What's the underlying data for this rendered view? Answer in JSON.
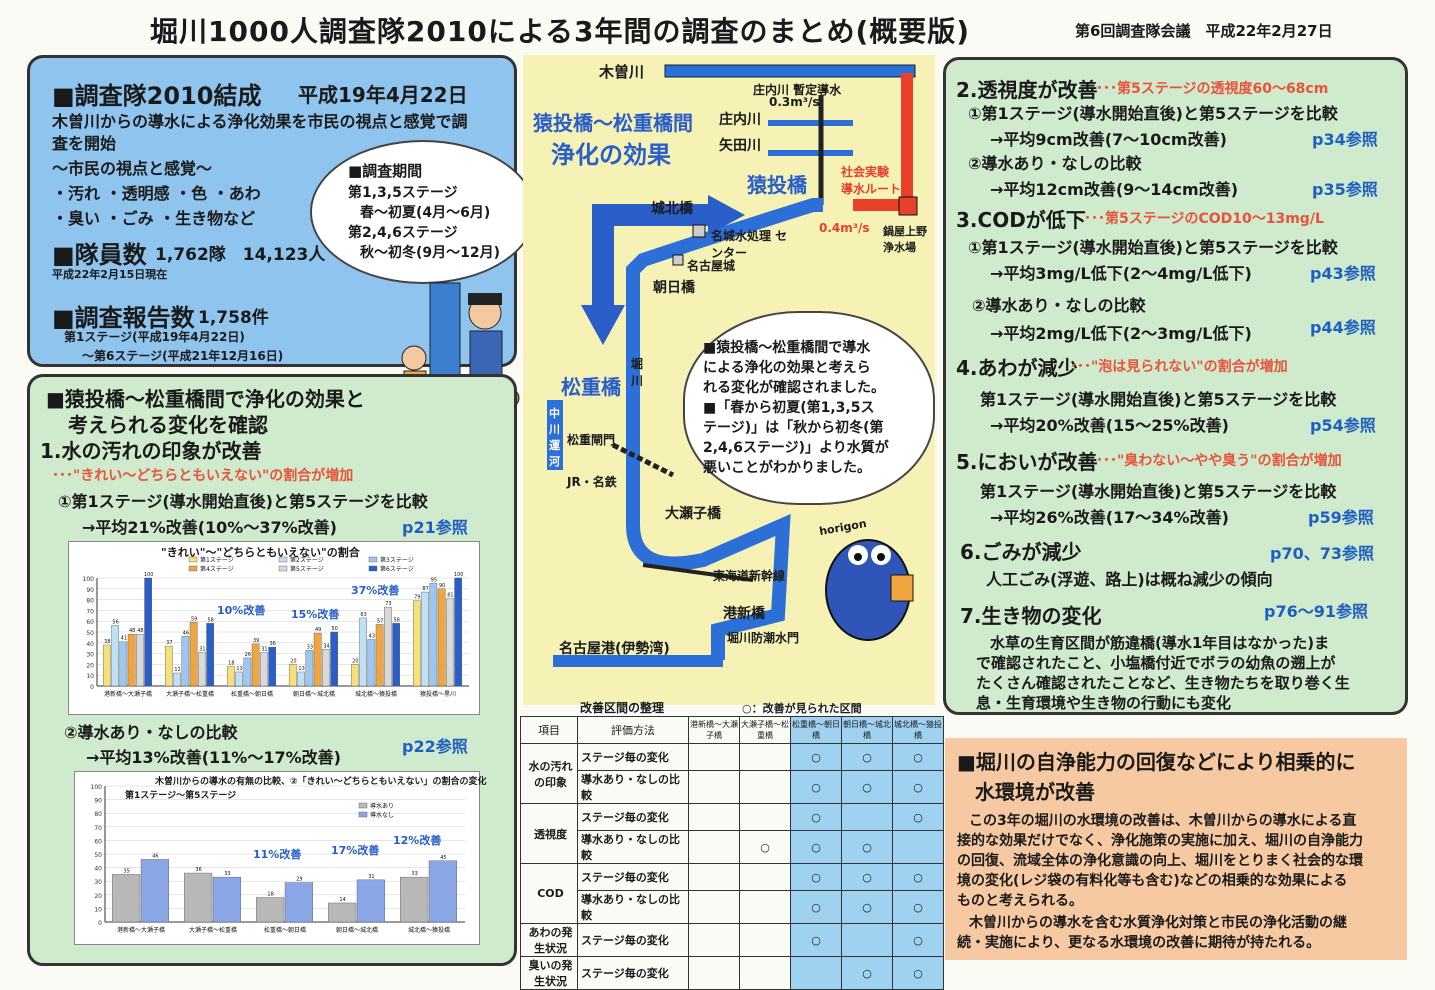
{
  "header": {
    "title": "堀川1000人調査隊2010による3年間の調査のまとめ(概要版)",
    "meeting": "第6回調査隊会議　平成22年2月27日"
  },
  "left_top": {
    "title": "■調査隊2010結成",
    "date": "平成19年4月22日",
    "intro1": "木曽川からの導水による浄化効果を市民の視点と感覚で調",
    "intro2": "査を開始",
    "viewpoint": "～市民の視点と感覚～",
    "items1": "・汚れ ・透明感 ・色 ・あわ",
    "items2": "・臭い ・ごみ ・生き物など",
    "members_label": "■隊員数",
    "members_value": "1,762隊　14,123人",
    "members_asof": "平成22年2月15日現在",
    "reports_label": "■調査報告数",
    "reports_value": "1,758件",
    "reports_from": "第1ステージ(平成19年4月22日)",
    "reports_to": "～第6ステージ(平成21年12月16日)",
    "period_title": "■調査期間",
    "period1": "第1,3,5ステージ",
    "period2": "春～初夏(4月～6月)",
    "period3": "第2,4,6ステージ",
    "period4": "秋～初冬(9月～12月)"
  },
  "left_bottom": {
    "title1": "■猿投橋～松重橋間で浄化の効果と",
    "title2": "考えられる変化を確認",
    "s1": "1.水の汚れの印象が改善",
    "s1_note": "･･･\"きれい～どちらともいえない\"の割合が増加",
    "s1_a": "①第1ステージ(導水開始直後)と第5ステージを比較",
    "s1_a_res": "→平均21%改善(10%～37%改善)",
    "s1_a_ref": "p21参照",
    "s1_b": "②導水あり・なしの比較",
    "s1_b_res": "→平均13%改善(11%～17%改善)",
    "s1_b_ref": "p22参照"
  },
  "map": {
    "kisogawa": "木曽川",
    "shonai_label": "庄内川 暫定導水",
    "flow1": "0.3m³/s",
    "shonai": "庄内川",
    "yada": "矢田川",
    "section_title1": "猿投橋～松重橋間",
    "section_title2": "浄化の効果",
    "sanage": "猿投橋",
    "experiment": "社会実験 導水ルート",
    "flow2": "0.4m³/s",
    "nabeya": "鍋屋上野 浄水場",
    "johoku": "城北橋",
    "meijo": "名城水処理 センター",
    "nagoya_castle": "名古屋城",
    "asahi": "朝日橋",
    "matsushige": "松重橋",
    "nakagawa": "中川運河",
    "matsushige_gate": "松重閘門",
    "jr": "JR・名鉄",
    "horikawa": "堀川",
    "osezu": "大瀬子橋",
    "shinkansen": "東海道新幹線",
    "minatoshin": "港新橋",
    "bouchou": "堀川防潮水門",
    "port": "名古屋港(伊勢湾)",
    "mascot": "horigon",
    "bubble1": "■猿投橋～松重橋間で導水",
    "bubble2": "による浄化の効果と考えら",
    "bubble3": "れる変化が確認されました。",
    "bubble4": "■「春から初夏(第1,3,5ス",
    "bubble5": "テージ)」は「秋から初冬(第",
    "bubble6": "2,4,6ステージ)」より水質が",
    "bubble7": "悪いことがわかりました。"
  },
  "right": {
    "s2": "2.透視度が改善",
    "s2_note": "･･･第5ステージの透視度60～68cm",
    "s2_a": "①第1ステージ(導水開始直後)と第5ステージを比較",
    "s2_a_res": "→平均9cm改善(7～10cm改善)",
    "s2_a_ref": "p34参照",
    "s2_b": "②導水あり・なしの比較",
    "s2_b_res": "→平均12cm改善(9～14cm改善)",
    "s2_b_ref": "p35参照",
    "s3": "3.CODが低下",
    "s3_note": "･･･第5ステージのCOD10～13mg/L",
    "s3_a": "①第1ステージ(導水開始直後)と第5ステージを比較",
    "s3_a_res": "→平均3mg/L低下(2～4mg/L低下)",
    "s3_a_ref": "p43参照",
    "s3_b": "②導水あり・なしの比較",
    "s3_b_res": "→平均2mg/L低下(2～3mg/L低下)",
    "s3_b_ref": "p44参照",
    "s4": "4.あわが減少",
    "s4_note": "･･･\"泡は見られない\"の割合が増加",
    "s4_a": "第1ステージ(導水開始直後)と第5ステージを比較",
    "s4_a_res": "→平均20%改善(15～25%改善)",
    "s4_a_ref": "p54参照",
    "s5": "5.においが改善",
    "s5_note": "･･･\"臭わない～やや臭う\"の割合が増加",
    "s5_a": "第1ステージ(導水開始直後)と第5ステージを比較",
    "s5_a_res": "→平均26%改善(17～34%改善)",
    "s5_a_ref": "p59参照",
    "s6": "6.ごみが減少",
    "s6_ref": "p70、73参照",
    "s6_text": "人工ごみ(浮遊、路上)は概ね減少の傾向",
    "s7": "7.生き物の変化",
    "s7_ref": "p76～91参照",
    "s7_t1": "水草の生育区間が筋違橋(導水1年目はなかった)ま",
    "s7_t2": "で確認されたこと、小塩橋付近でボラの幼魚の遡上が",
    "s7_t3": "たくさん確認されたことなど、生き物たちを取り巻く生",
    "s7_t4": "息・生育環境や生き物の行動にも変化"
  },
  "conclusion": {
    "title1": "■堀川の自浄能力の回復などにより相乗的に",
    "title2": "水環境が改善",
    "p1": "この3年の堀川の水環境の改善は、木曽川からの導水による直",
    "p2": "接的な効果だけでなく、浄化施策の実施に加え、堀川の自浄能力",
    "p3": "の回復、流域全体の浄化意識の向上、堀川をとりまく社会的な環",
    "p4": "境の変化(レジ袋の有料化等も含む)などの相乗的な効果による",
    "p5": "ものと考えられる。",
    "p6": "木曽川からの導水を含む水質浄化対策と市民の浄化活動の継",
    "p7": "続・実施により、更なる水環境の改善に期待が持たれる。"
  },
  "summary_table": {
    "title": "改善区間の整理",
    "legend": "○：改善が見られた区間",
    "col_item": "項目",
    "col_method": "評価方法",
    "cols": [
      "港新橋～大瀬子橋",
      "大瀬子橋～松重橋",
      "松重橋～朝日橋",
      "朝日橋～城北橋",
      "城北橋～猿投橋"
    ],
    "mark": "○",
    "rows": [
      {
        "item": "水の汚れの印象",
        "method": "ステージ毎の変化",
        "marks": [
          0,
          0,
          1,
          1,
          1
        ]
      },
      {
        "item": "",
        "method": "導水あり・なしの比較",
        "marks": [
          0,
          0,
          1,
          1,
          1
        ]
      },
      {
        "item": "透視度",
        "method": "ステージ毎の変化",
        "marks": [
          0,
          0,
          1,
          0,
          1
        ]
      },
      {
        "item": "",
        "method": "導水あり・なしの比較",
        "marks": [
          0,
          1,
          1,
          1,
          0
        ]
      },
      {
        "item": "COD",
        "method": "ステージ毎の変化",
        "marks": [
          0,
          0,
          1,
          1,
          1
        ]
      },
      {
        "item": "",
        "method": "導水あり・なしの比較",
        "marks": [
          0,
          0,
          1,
          1,
          1
        ]
      },
      {
        "item": "あわの発生状況",
        "method": "ステージ毎の変化",
        "marks": [
          0,
          0,
          1,
          0,
          1
        ]
      },
      {
        "item": "臭いの発生状況",
        "method": "ステージ毎の変化",
        "marks": [
          0,
          0,
          0,
          1,
          1
        ]
      }
    ]
  },
  "chart_data": [
    {
      "type": "bar",
      "title": "\"きれい\"～\"どちらともいえない\"の割合",
      "categories": [
        "港新橋～大瀬子橋",
        "大瀬子橋～松重橋",
        "松重橋～朝日橋",
        "朝日橋～城北橋",
        "城北橋～猿投橋",
        "猿投橋～黒川"
      ],
      "annotations": [
        "10%改善",
        "15%改善",
        "37%改善"
      ],
      "ylim": [
        0,
        100
      ],
      "series": [
        {
          "name": "第1ステージ",
          "values": [
            38,
            37,
            18,
            20,
            20,
            79
          ]
        },
        {
          "name": "第2ステージ",
          "values": [
            56,
            12,
            13,
            13,
            63,
            87
          ]
        },
        {
          "name": "第3ステージ",
          "values": [
            41,
            46,
            26,
            33,
            43,
            95
          ]
        },
        {
          "name": "第4ステージ",
          "values": [
            48,
            59,
            39,
            49,
            57,
            90
          ]
        },
        {
          "name": "第5ステージ",
          "values": [
            48,
            31,
            31,
            34,
            73,
            81
          ]
        },
        {
          "name": "第6ステージ",
          "values": [
            100,
            58,
            36,
            50,
            58,
            100
          ]
        }
      ],
      "colors": [
        "#f5e07a",
        "#bfe0f5",
        "#9fc6ec",
        "#f0a640",
        "#d9d9d9",
        "#2a5fc9"
      ]
    },
    {
      "type": "bar",
      "title": "木曽川からの導水の有無の比較、②「きれい～どちらともいえない」の割合の変化",
      "subtitle": "第1ステージ～第5ステージ",
      "categories": [
        "港新橋～大瀬子橋",
        "大瀬子橋～松重橋",
        "松重橋～朝日橋",
        "朝日橋～城北橋",
        "城北橋～猿投橋"
      ],
      "annotations": [
        "11%改善",
        "17%改善",
        "12%改善"
      ],
      "ylim": [
        0,
        100
      ],
      "series": [
        {
          "name": "導水あり",
          "values": [
            35,
            36,
            18,
            14,
            33
          ]
        },
        {
          "name": "導水なし",
          "values": [
            46,
            33,
            29,
            31,
            45
          ]
        }
      ],
      "colors": [
        "#b8b8b8",
        "#8aa6e6"
      ]
    }
  ]
}
